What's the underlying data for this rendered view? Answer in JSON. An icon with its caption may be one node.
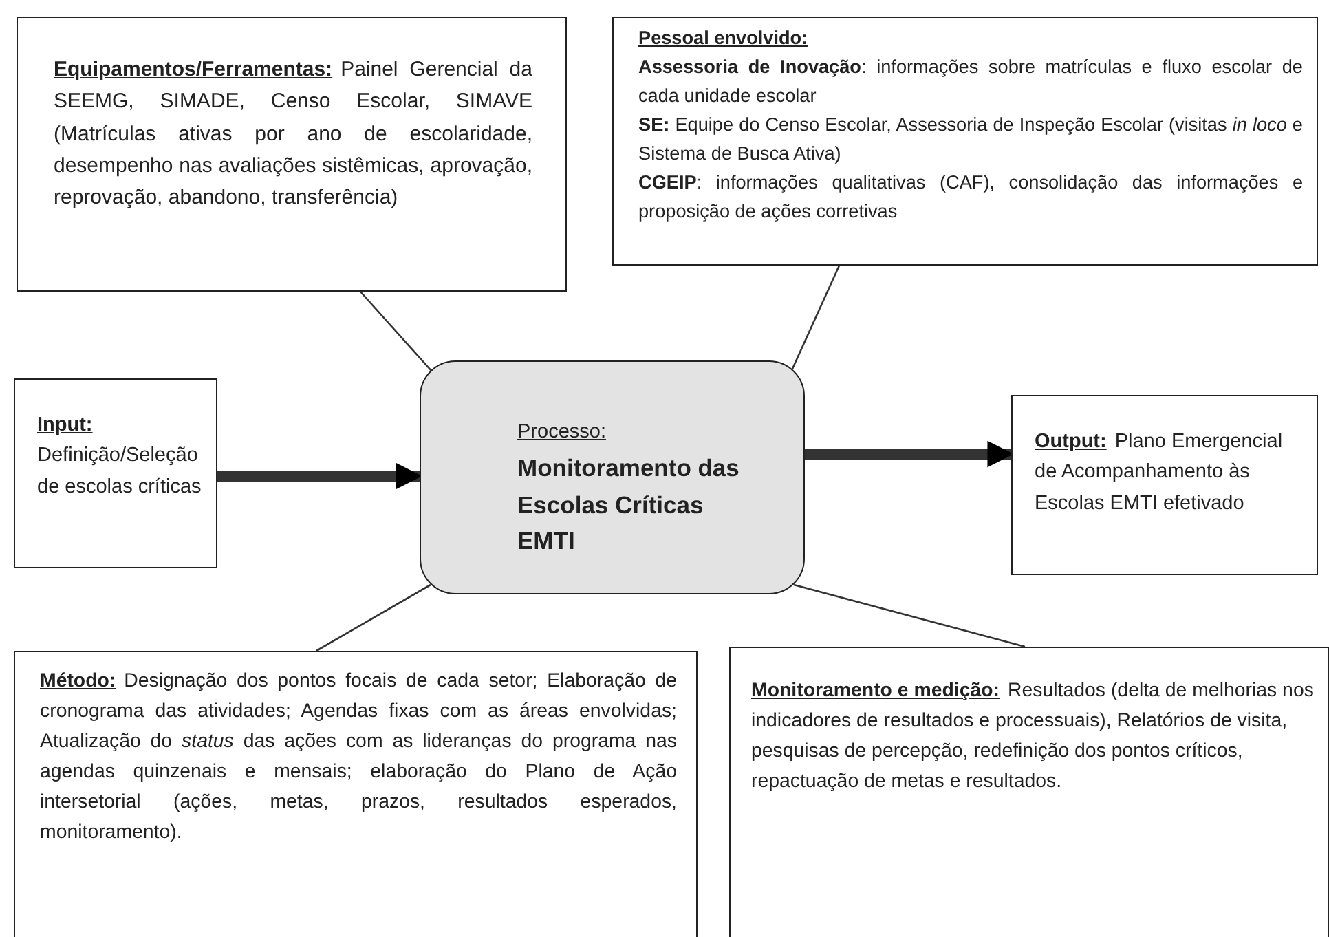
{
  "diagram": {
    "nodes": [
      {
        "text": [
          "Equipamentos/Ferramentas:",
          "Painel Gerencial da SEEMG, SIMADE, Censo Escolar, SIMAVE (Matrículas ativas por ano de escolaridade, desempenho nas avaliações sistêmicas, aprovação, reprovação, abandono, transferência)"
        ]
      },
      {
        "text": [
          "Pessoal envolvido:",
          "**Assessoria de Inovação**: informações sobre matrículas e fluxo escolar de cada unidade escolar",
          "**SE:** Equipe do Censo Escolar, Assessoria de Inspeção Escolar (visitas *in loco* e Sistema de Busca Ativa)",
          "**CGEIP**: informações qualitativas (CAF), consolidação das informações e proposição de ações corretivas"
        ]
      },
      {
        "text": [
          "Input:",
          "Definição/Seleção de escolas críticas"
        ]
      },
      {
        "text": [
          "Processo:",
          "Monitoramento das Escolas Críticas EMTI"
        ]
      },
      {
        "text": [
          "Output:",
          "Plano Emergencial de Acompanhamento às Escolas EMTI efetivado"
        ]
      },
      {
        "text": [
          "Método:",
          "Designação dos pontos focais de cada setor; Elaboração de cronograma das atividades; Agendas fixas com as áreas envolvidas; Atualização do *status* das ações com as lideranças do programa nas agendas quinzenais e mensais; elaboração do Plano de Ação intersetorial (ações, metas, prazos, resultados esperados, monitoramento)."
        ]
      },
      {
        "text": [
          "Monitoramento e medição:",
          "Resultados (delta de melhorias nos indicadores de resultados e processuais), Relatórios de visita, pesquisas de percepção, redefinição dos pontos críticos, repactuação de metas e resultados."
        ]
      }
    ],
    "edges": [
      {
        "from": 0,
        "to": 3,
        "arrow": "none"
      },
      {
        "from": 1,
        "to": 3,
        "arrow": "none"
      },
      {
        "from": 2,
        "to": 3,
        "arrow": "to",
        "style": "thick"
      },
      {
        "from": 3,
        "to": 4,
        "arrow": "to",
        "style": "thick"
      },
      {
        "from": 5,
        "to": 3,
        "arrow": "none"
      },
      {
        "from": 6,
        "to": 3,
        "arrow": "none"
      }
    ]
  }
}
